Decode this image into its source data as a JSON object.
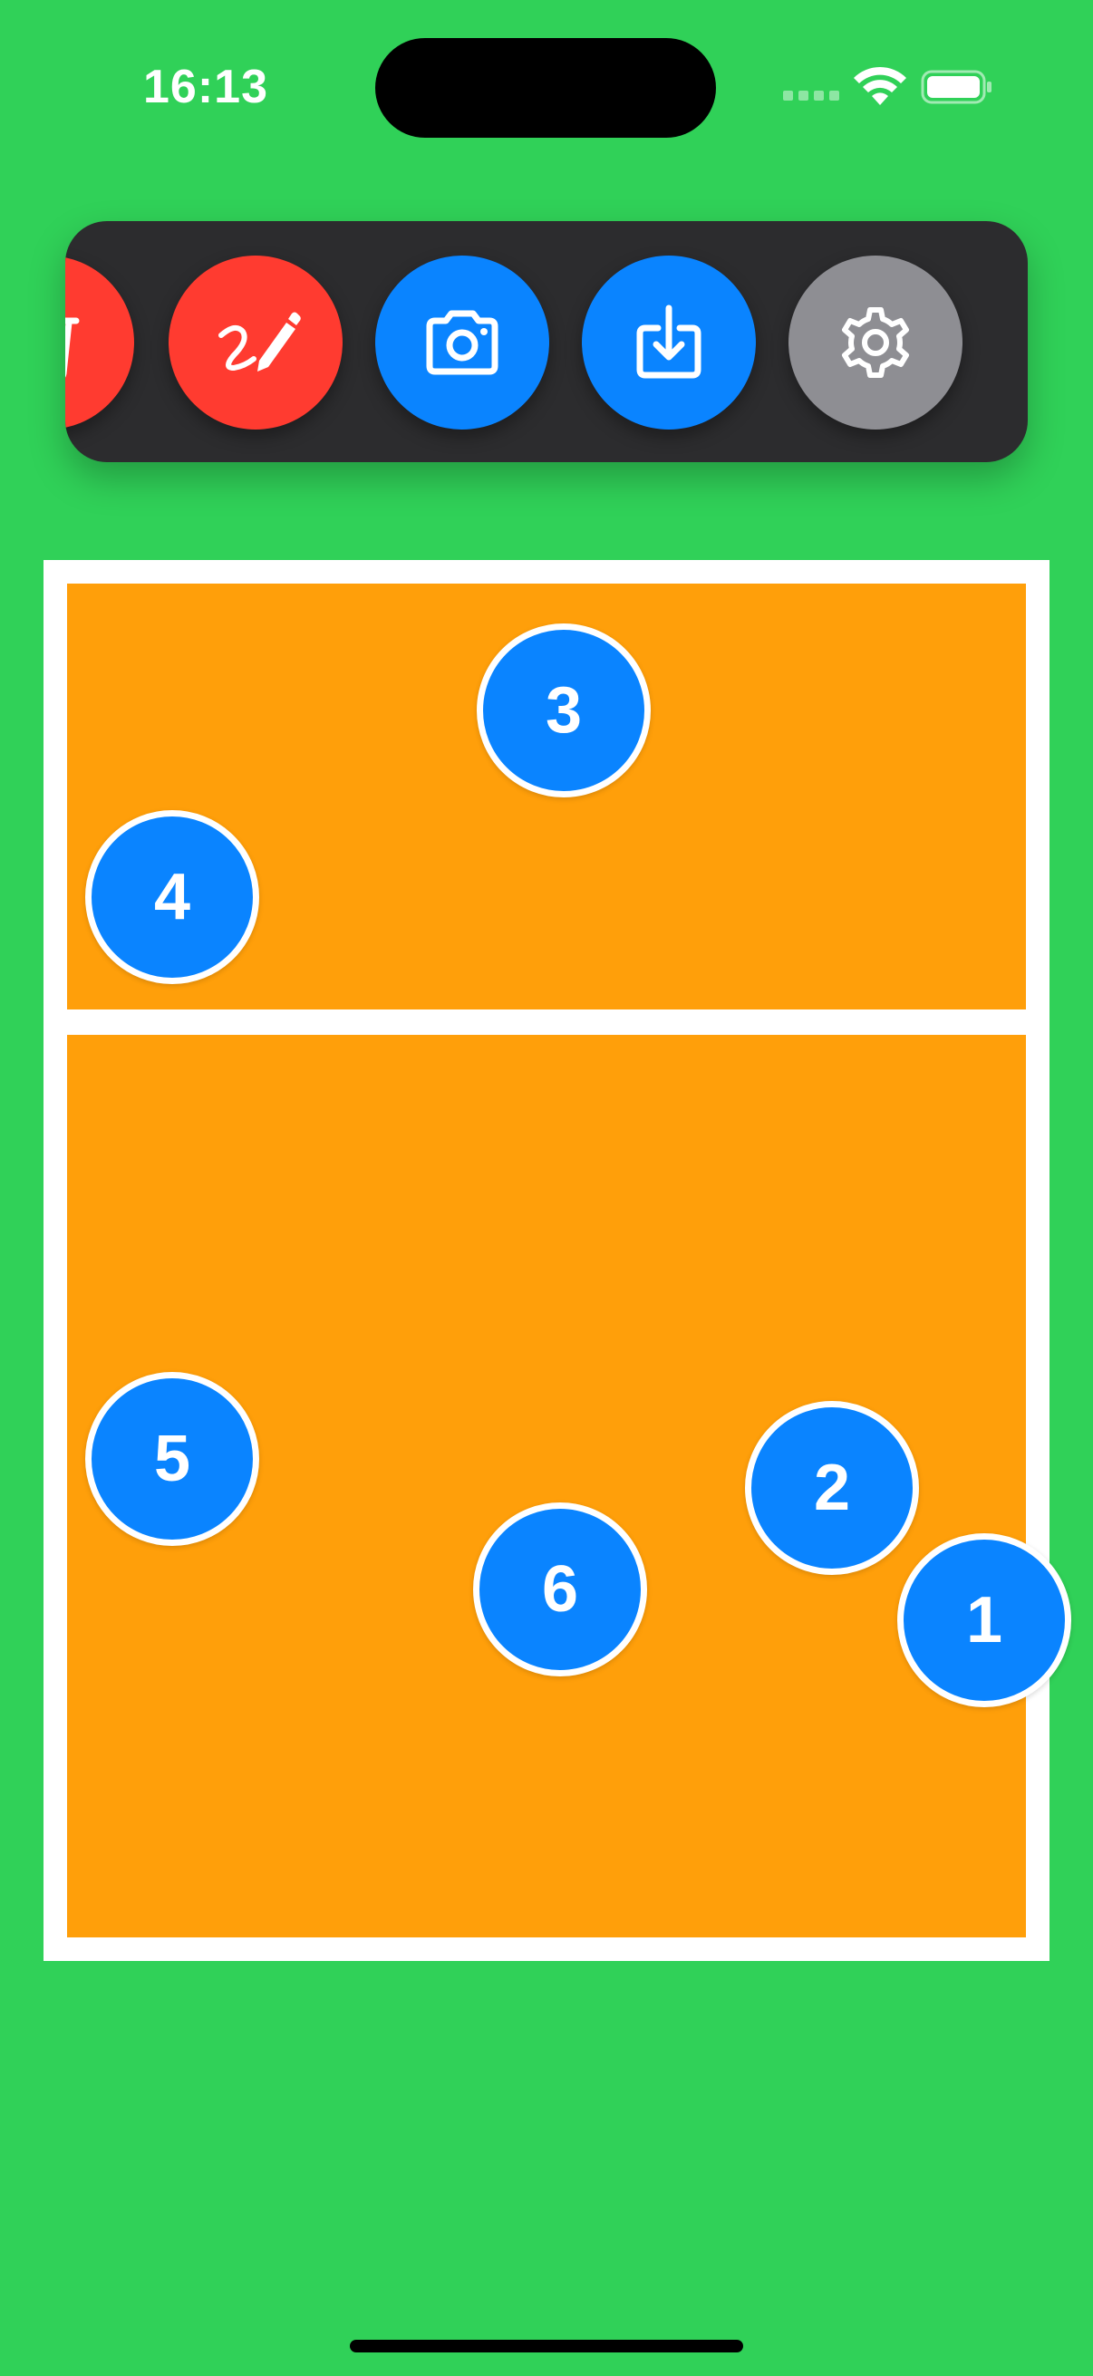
{
  "status_bar": {
    "time": "16:13"
  },
  "toolbar": {
    "buttons": [
      {
        "name": "trash-button",
        "icon": "trash-icon",
        "color": "#FF3B30"
      },
      {
        "name": "draw-button",
        "icon": "scribble-pencil-icon",
        "color": "#FF3B30"
      },
      {
        "name": "camera-button",
        "icon": "camera-icon",
        "color": "#0A84FF"
      },
      {
        "name": "save-button",
        "icon": "download-tray-icon",
        "color": "#0A84FF"
      },
      {
        "name": "settings-button",
        "icon": "gear-icon",
        "color": "#8E8E93"
      }
    ]
  },
  "court": {
    "background_color": "#30D158",
    "floor_color": "#FF9F0A",
    "line_color": "#FFFFFF",
    "players": [
      {
        "number": "3"
      },
      {
        "number": "4"
      },
      {
        "number": "5"
      },
      {
        "number": "6"
      },
      {
        "number": "2"
      },
      {
        "number": "1"
      }
    ],
    "player_color": "#0A84FF"
  }
}
